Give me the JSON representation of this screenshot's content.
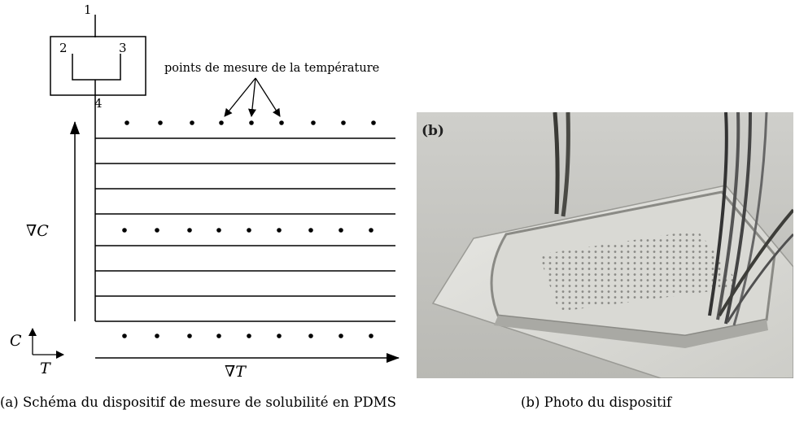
{
  "schema": {
    "port_labels": [
      "1",
      "2",
      "3",
      "4"
    ],
    "annotation": "points de mesure de la température",
    "gradient_c": "∇C",
    "gradient_t": "∇T",
    "axis_c": "C",
    "axis_t": "T"
  },
  "photo": {
    "tag": "(b)"
  },
  "captions": {
    "a": "(a) Schéma du dispositif de mesure de solubilité en PDMS",
    "b": "(b) Photo du dispositif"
  }
}
